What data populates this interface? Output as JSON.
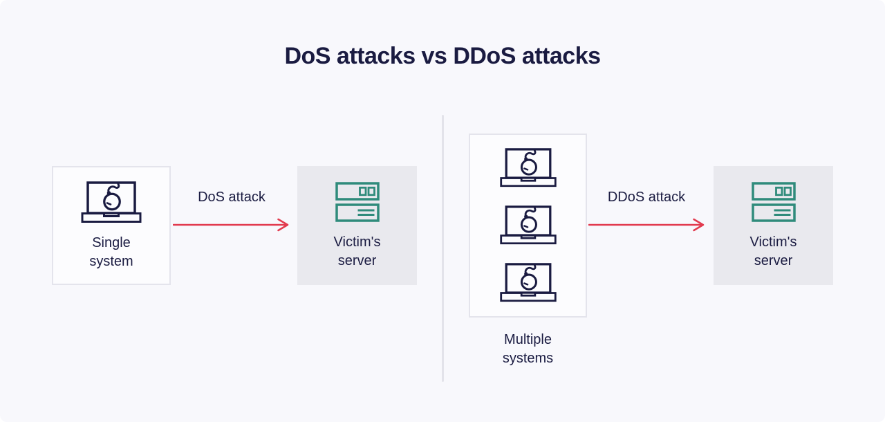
{
  "title": "DoS attacks vs DDoS attacks",
  "dos_section": {
    "source_label": "Single system",
    "arrow_label": "DoS attack",
    "target_label": "Victim's server",
    "attacker_count": 1
  },
  "ddos_section": {
    "source_label": "Multiple systems",
    "arrow_label": "DDoS attack",
    "target_label": "Victim's server",
    "attacker_count": 3
  },
  "icons": {
    "attacker": "laptop-bomb-icon",
    "target": "server-icon",
    "flow": "right-arrow-icon"
  },
  "colors": {
    "background": "#f8f8fc",
    "ink": "#1a1b41",
    "arrow": "#e23a4e",
    "teal": "#2f8b7b",
    "panel_white": "#fcfcfe",
    "panel_gray": "#e9e9ee",
    "panel_border": "#e4e4ec",
    "divider": "#e3e3ea"
  }
}
